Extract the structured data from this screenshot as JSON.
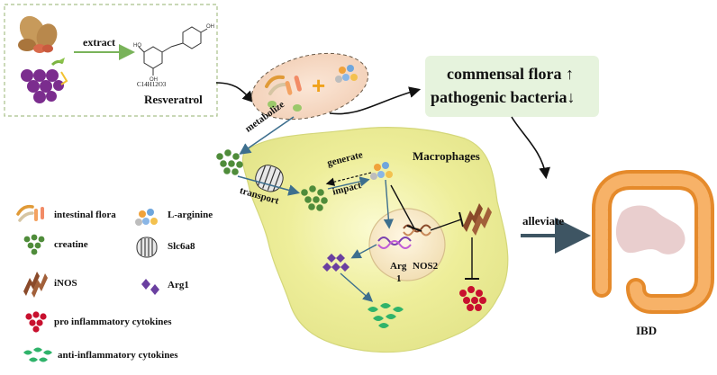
{
  "source_box": {
    "extract_label": "extract",
    "formula": "C14H12O3",
    "compound_name": "Resveratrol"
  },
  "flows": {
    "metabolize": "metabolize",
    "transport": "transport",
    "generate": "generate",
    "impact": "impact",
    "alleviate": "alleviate"
  },
  "macrophage": {
    "title": "Macrophages",
    "gene_left": "Arg",
    "gene_left_suffix": "1",
    "gene_right": "NOS2"
  },
  "outcome_box": {
    "line1": "commensal flora",
    "line1_arrow": "↑",
    "line2": "pathogenic bacteria",
    "line2_arrow": "↓"
  },
  "disease": "IBD",
  "legend": [
    {
      "key": "intestinal-flora",
      "label": "intestinal flora"
    },
    {
      "key": "l-arginine",
      "label": "L-arginine"
    },
    {
      "key": "creatine",
      "label": "creatine"
    },
    {
      "key": "slc6a8",
      "label": "Slc6a8"
    },
    {
      "key": "inos",
      "label": "iNOS"
    },
    {
      "key": "arg1",
      "label": "Arg1"
    },
    {
      "key": "pro-cytokines",
      "label": "pro inflammatory cytokines"
    },
    {
      "key": "anti-cytokines",
      "label": "anti-inflammatory cytokines"
    }
  ],
  "colors": {
    "box_border": "#a9c08a",
    "outcome_fill": "#e6f3dd",
    "macrophage_fill": "#f3f2a2",
    "creatine": "#4f8c3a",
    "arg1": "#6a3fa0",
    "inos": "#8a4a2a",
    "pro": "#c8102e",
    "anti": "#2fb36a",
    "arrow_blue": "#3d6f8e"
  }
}
